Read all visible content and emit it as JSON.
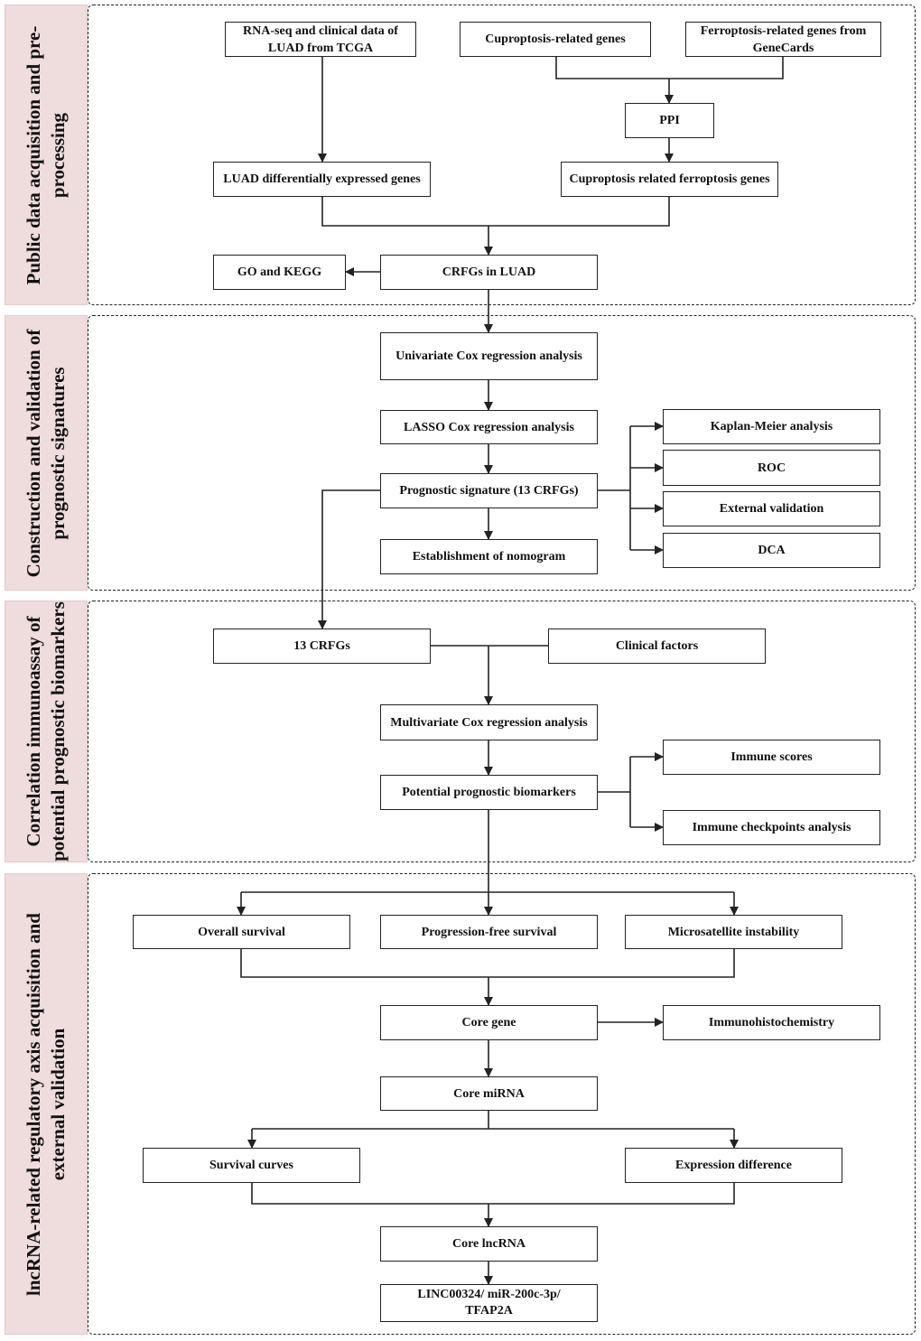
{
  "sections": [
    {
      "id": "s1",
      "label": "Public data acquisition and pre-processing"
    },
    {
      "id": "s2",
      "label": "Construction and validation of prognostic signatures"
    },
    {
      "id": "s3",
      "label": "Correlation immunoassay of potential prognostic biomarkers"
    },
    {
      "id": "s4",
      "label": "lncRNA-related regulatory axis acquisition and external validation"
    }
  ],
  "nodes": {
    "rnaseq": "RNA-seq and clinical data of LUAD from TCGA",
    "cuproptosis_genes": "Cuproptosis-related genes",
    "ferroptosis_genes": "Ferroptosis-related genes from GeneCards",
    "ppi": "PPI",
    "luad_deg": "LUAD differentially expressed genes",
    "crf_genes": "Cuproptosis related ferroptosis genes",
    "go_kegg": "GO and KEGG",
    "crfgs_luad": "CRFGs in LUAD",
    "univariate": "Univariate Cox regression analysis",
    "lasso": "LASSO Cox regression analysis",
    "signature": "Prognostic signature (13 CRFGs)",
    "nomogram": "Establishment of nomogram",
    "km": "Kaplan-Meier analysis",
    "roc": "ROC",
    "external": "External validation",
    "dca": "DCA",
    "crfgs13": "13 CRFGs",
    "clinical": "Clinical factors",
    "multivariate": "Multivariate Cox regression analysis",
    "biomarkers": "Potential prognostic biomarkers",
    "immune_scores": "Immune scores",
    "checkpoints": "Immune checkpoints analysis",
    "os": "Overall survival",
    "pfs": "Progression-free survival",
    "msi": "Microsatellite instability",
    "core_gene": "Core gene",
    "ihc": "Immunohistochemistry",
    "core_mirna": "Core miRNA",
    "survival_curves": "Survival curves",
    "expression_diff": "Expression difference",
    "core_lncrna": "Core lncRNA",
    "axis": "LINC00324/ miR-200c-3p/ TFAP2A"
  },
  "colors": {
    "line": "#222222",
    "side_fill": "#efdcdc"
  }
}
